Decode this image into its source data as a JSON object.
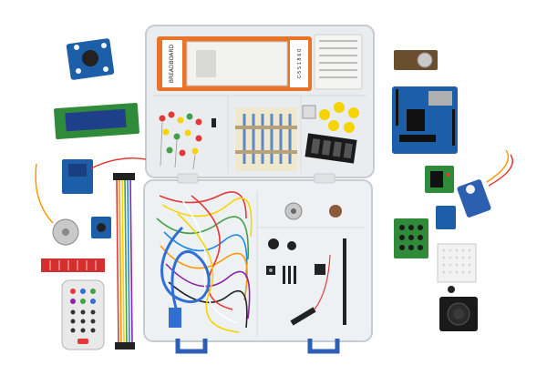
{
  "image": {
    "kind": "product-photo",
    "subject": "Arduino starter kit in clear plastic storage case with loose components"
  },
  "labels": {
    "breadboard_box": "BREADBOARD",
    "breadboard_box_code": "C-5 S 1 8 6 0"
  },
  "colors": {
    "background": "#ffffff",
    "case_plastic": "#e8ecef",
    "case_edge": "#c9cfd4",
    "arduino_blue": "#1d5ea8",
    "pcb_green": "#2f8a3a",
    "breadboard_white": "#f2f2f0",
    "orange_box": "#e8742a",
    "handle_blue": "#2e5fb8",
    "led_yellow": "#f5d400",
    "display_black": "#1a1a1a",
    "servo_blue": "#2d5fb0"
  },
  "objects": [
    "color-sensor-module",
    "lcd-display-module",
    "relay-module",
    "stepper-motor",
    "stepper-driver-board",
    "jumper-ribbon-cable",
    "water-level-sensor",
    "ir-remote-control",
    "storage-case",
    "breadboard",
    "led-assortment",
    "resistor-strip",
    "yellow-push-buttons",
    "seven-segment-display",
    "jumper-wires-bundle",
    "usb-cable",
    "potentiometer",
    "buzzer",
    "pin-headers",
    "rtc-module",
    "arduino-uno-board",
    "servo-motor",
    "uln2003-driver-board",
    "membrane-keypad",
    "ir-receiver",
    "led-matrix",
    "joystick-module",
    "case-handles"
  ]
}
